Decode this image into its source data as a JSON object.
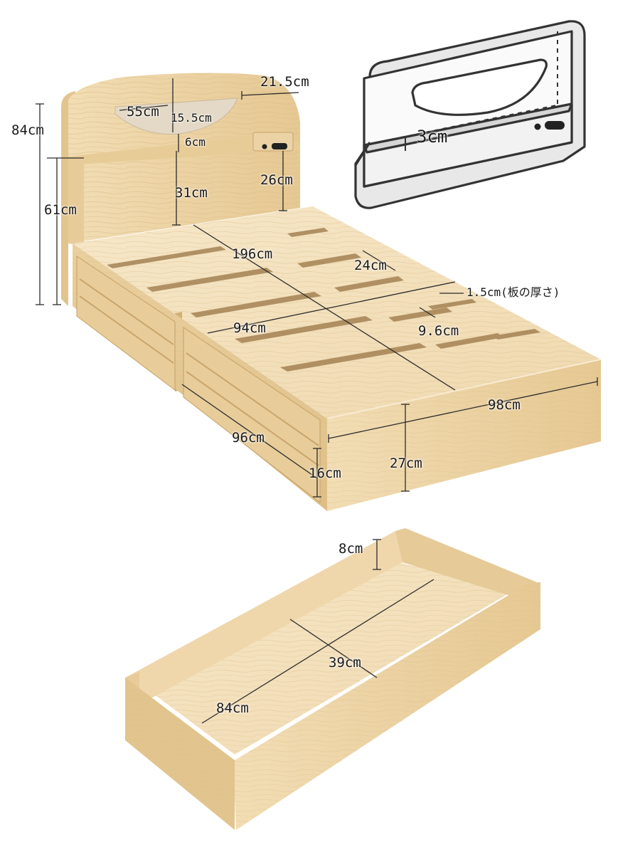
{
  "colors": {
    "wood_light": "#F3E1BE",
    "wood_mid": "#E9CF9F",
    "wood_dark": "#D6B37C",
    "shadow": "#8E6B3F",
    "shelf_fabric": "#E4D9C6",
    "line": "#2b2b2b",
    "icon_fill": "#E6E6E6",
    "icon_stroke": "#333333"
  },
  "bed": {
    "height_total": "84cm",
    "height_headboard_front": "61cm",
    "shelf_width": "55cm",
    "shelf_depth": "15.5cm",
    "shelf_gap": "6cm",
    "headboard_right_width": "21.5cm",
    "headboard_height_31": "31cm",
    "outlet_height": "26cm",
    "length": "196cm",
    "slat_spacing": "24cm",
    "slat_thickness": "1.5cm(板の厚さ)",
    "inner_width": "94cm",
    "slat_width": "9.6cm",
    "width": "98cm",
    "drawer_length": "96cm",
    "drawer_height": "16cm",
    "frame_height": "27cm"
  },
  "inset": {
    "shelf_lip": "3cm",
    "icon": "headboard-shelf-icon"
  },
  "drawer": {
    "side_height": "8cm",
    "inner_depth": "39cm",
    "inner_length": "84cm"
  }
}
